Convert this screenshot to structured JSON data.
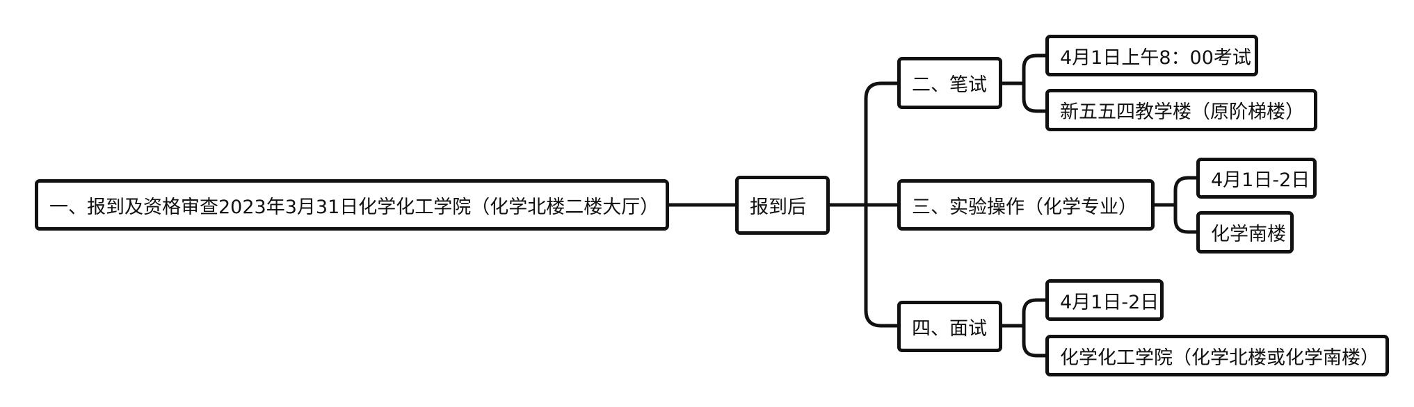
{
  "diagram": {
    "type": "mind-map",
    "root": {
      "label": "一、报到及资格审查2023年3月31日化学化工学院（化学北楼二楼大厅）"
    },
    "hub": {
      "label": "报到后"
    },
    "branches": [
      {
        "label": "二、笔试",
        "children": [
          "4月1日上午8：00考试",
          "新五五四教学楼（原阶梯楼）"
        ]
      },
      {
        "label": "三、实验操作（化学专业）",
        "children": [
          "4月1日-2日",
          "化学南楼"
        ]
      },
      {
        "label": "四、面试",
        "children": [
          "4月1日-2日",
          "化学化工学院（化学北楼或化学南楼）"
        ]
      }
    ]
  }
}
